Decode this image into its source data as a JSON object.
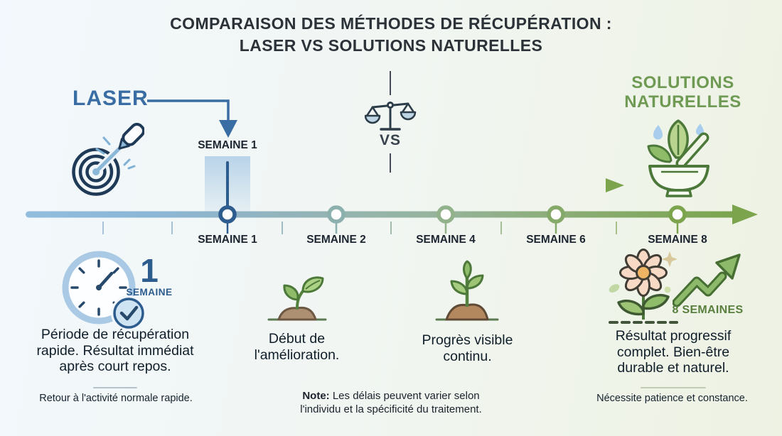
{
  "title": {
    "line1": "COMPARAISON DES MÉTHODES DE RÉCUPÉRATION :",
    "line2": "LASER VS SOLUTIONS NATURELLES"
  },
  "laser": {
    "heading": "LASER",
    "callout_week": "SEMAINE 1",
    "icon": "laser-target-icon"
  },
  "versus": {
    "label": "VS",
    "icon": "balance-scale-icon"
  },
  "natural": {
    "heading": "SOLUTIONS NATURELLES",
    "icon": "mortar-pestle-icon"
  },
  "timeline": {
    "labels": [
      "SEMAINE 1",
      "SEMAINE 2",
      "SEMAINE 4",
      "SEMAINE 6",
      "SEMAINE 8"
    ]
  },
  "laser_outcome": {
    "badge_number": "1",
    "badge_unit": "SEMAINE",
    "description": "Période de récupération rapide. Résultat immédiat après court repos.",
    "footnote": "Retour à l'activité normale rapide.",
    "icon": "clock-check-icon"
  },
  "milestones": {
    "week2": {
      "text": "Début de l'amélioration.",
      "icon": "sprout-icon"
    },
    "week4": {
      "text": "Progrès visible continu.",
      "icon": "plant-icon"
    }
  },
  "natural_outcome": {
    "badge": "8 SEMAINES",
    "description": "Résultat progressif complet. Bien-être durable et naturel.",
    "footnote": "Nécessite patience et constance.",
    "icon": "flower-growth-icon"
  },
  "note": {
    "label": "Note:",
    "line1": "Les délais peuvent varier selon",
    "line2": "l'individu et la spécificité du traitement."
  },
  "colors": {
    "laser_blue": "#3a6da3",
    "dark_navy": "#1e3a57",
    "natural_green": "#6f9a53",
    "timeline_start": "#93bddd",
    "timeline_end": "#7ca44d",
    "text_dark": "#1c2530",
    "badge_green": "#587f3e"
  }
}
